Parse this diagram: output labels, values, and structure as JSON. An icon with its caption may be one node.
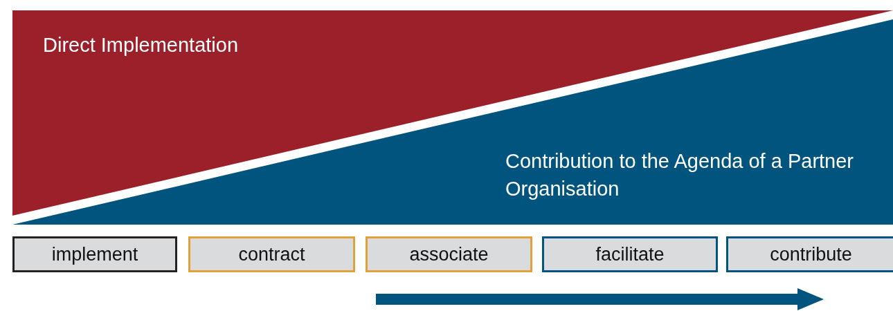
{
  "diagram": {
    "nodes": [
      {
        "text": [
          "Direct Implementation"
        ]
      },
      {
        "text": [
          "Contribution to the Agenda of a Partner Organisation"
        ]
      },
      {
        "text": [
          "implement"
        ]
      },
      {
        "text": [
          "contract"
        ]
      },
      {
        "text": [
          "associate"
        ]
      },
      {
        "text": [
          "facilitate"
        ]
      },
      {
        "text": [
          "contribute"
        ]
      }
    ]
  }
}
